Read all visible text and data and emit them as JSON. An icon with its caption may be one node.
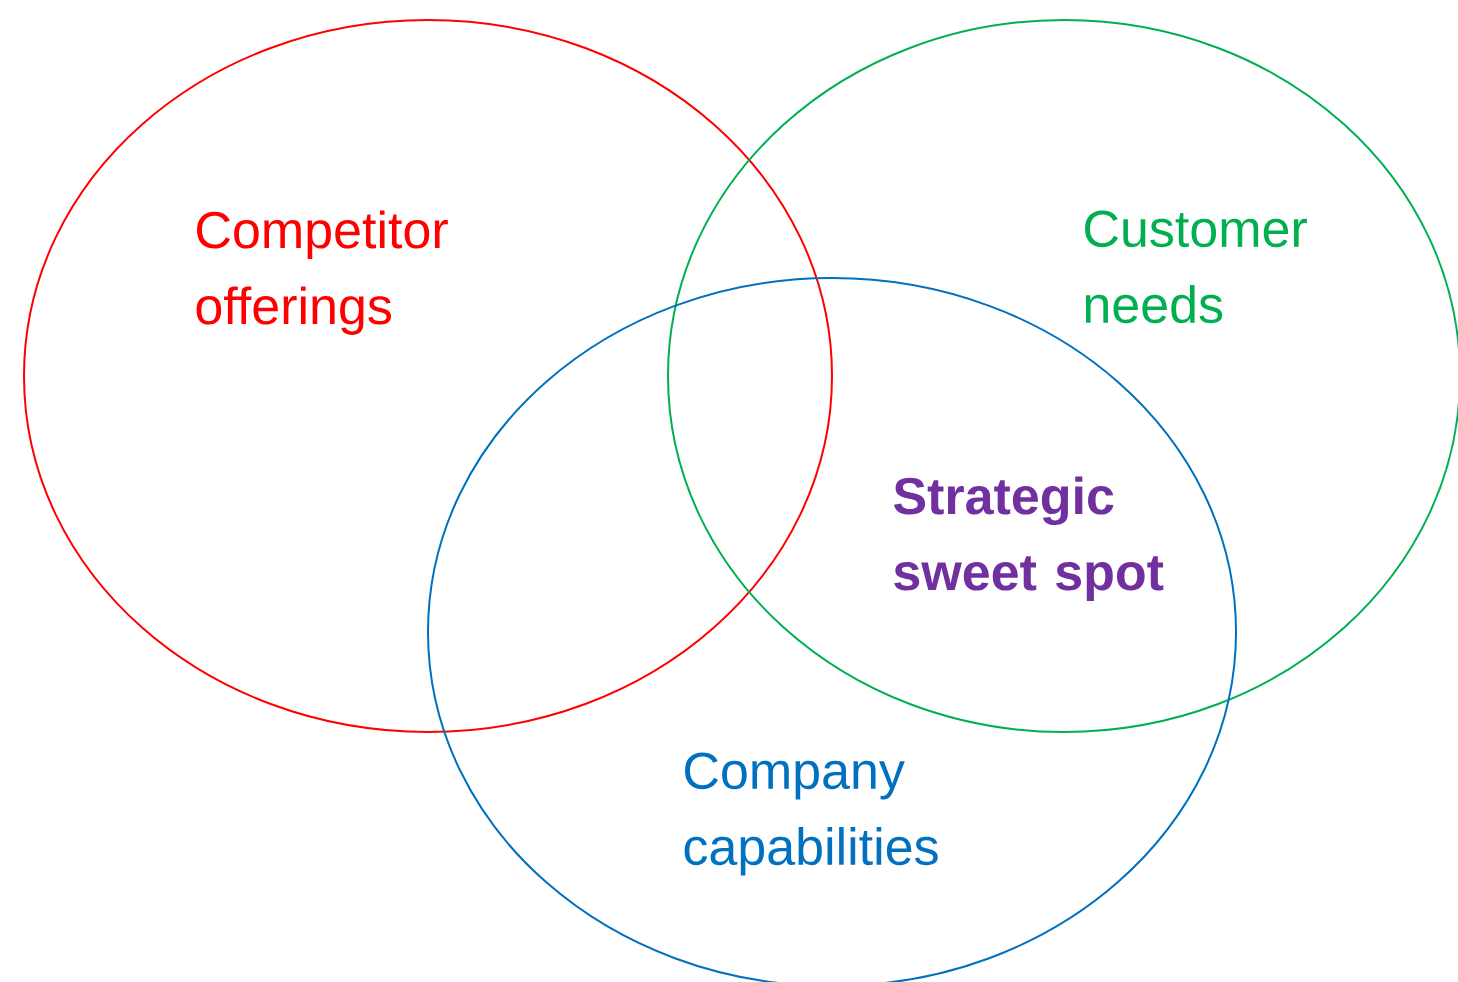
{
  "diagram": {
    "nodes": [
      {
        "text": [
          "Competitor offerings"
        ]
      },
      {
        "text": [
          "Customer needs"
        ]
      },
      {
        "text": [
          "Company capabilities"
        ]
      }
    ],
    "labels": [
      "Strategic sweet spot"
    ]
  }
}
